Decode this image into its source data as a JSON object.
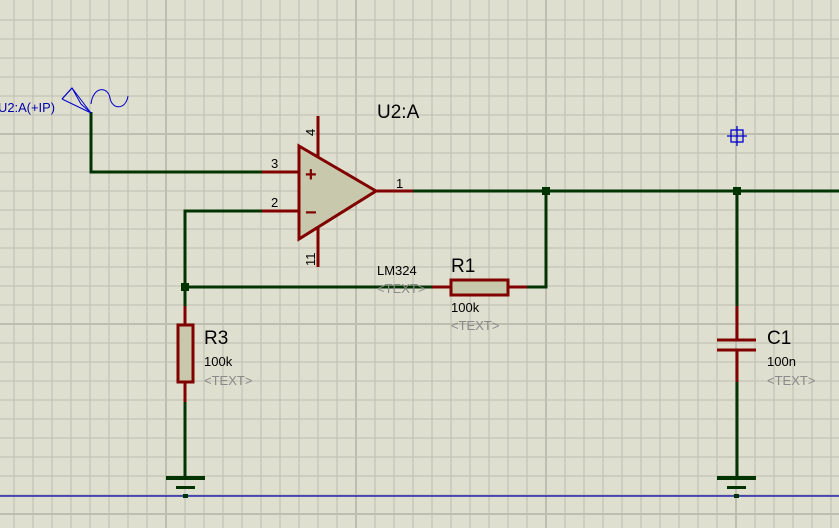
{
  "schematic": {
    "input_terminal": {
      "label": "U2:A(+IP)",
      "type": "generator"
    },
    "opamp": {
      "reference": "U2:A",
      "value": "LM324",
      "text_placeholder": "<TEXT>",
      "pins": {
        "noninverting": "3",
        "inverting": "2",
        "output": "1",
        "vpos": "4",
        "vneg": "11"
      },
      "plus_symbol": "+",
      "minus_symbol": "−"
    },
    "r1": {
      "reference": "R1",
      "value": "100k",
      "text_placeholder": "<TEXT>"
    },
    "r3": {
      "reference": "R3",
      "value": "100k",
      "text_placeholder": "<TEXT>"
    },
    "c1": {
      "reference": "C1",
      "value": "100n",
      "text_placeholder": "<TEXT>"
    },
    "colors": {
      "background": "#dfdfd0",
      "grid": "#bdbdb0",
      "wire": "#003300",
      "component": "#800000",
      "component_fill": "#c8c8ac",
      "terminal": "#0000aa",
      "label": "#000000",
      "placeholder": "#8a8a8a"
    }
  }
}
